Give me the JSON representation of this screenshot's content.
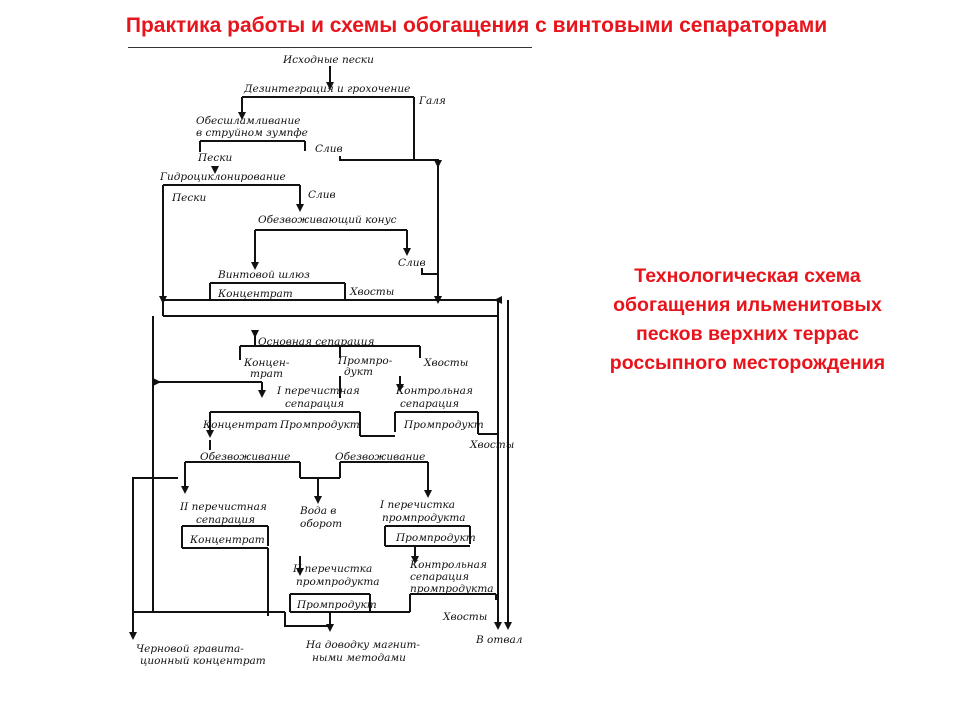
{
  "slide": {
    "title": "Практика работы и схемы обогащения с винтовыми сепараторами",
    "caption_lines": [
      "Технологическая схема",
      "обогащения ильменитовых",
      "песков верхних террас",
      "россыпного месторождения"
    ]
  },
  "flowsheet": {
    "labels": {
      "source": "Исходные пески",
      "disintegration": "Дезинтеграция и грохочение",
      "pebbles": "Галя",
      "desliming_1": "Обесшламливание",
      "desliming_2": "в струйном зумпфе",
      "sands_1": "Пески",
      "overflow_1": "Слив",
      "hydrocyclone": "Гидроциклонирование",
      "sands_2": "Пески",
      "overflow_2": "Слив",
      "dewatering_cone": "Обезвоживающий конус",
      "overflow_3": "Слив",
      "sluice": "Винтовой шлюз",
      "sluice_conc": "Концентрат",
      "sluice_tails": "Хвосты",
      "main_sep": "Основная сепарация",
      "main_conc_1": "Концен-",
      "main_conc_2": "трат",
      "main_mid_1": "Промпро-",
      "main_mid_2": "дукт",
      "main_tails": "Хвосты",
      "clean1_1": "I перечистная",
      "clean1_2": "сепарация",
      "scav_1": "Контрольная",
      "scav_2": "сепарация",
      "clean1_conc": "Концентрат",
      "clean1_mid": "Промпродукт",
      "scav_mid": "Промпродукт",
      "scav_tails": "Хвосты",
      "dewater_a": "Обезвоживание",
      "dewater_b": "Обезвоживание",
      "clean2_1": "II перечистная",
      "clean2_2": "сепарация",
      "water_1": "Вода в",
      "water_2": "оборот",
      "midclean1_1": "I перечистка",
      "midclean1_2": "промпродукта",
      "clean2_conc": "Концентрат",
      "midclean1_mid": "Промпродукт",
      "midclean2_1": "II перечистка",
      "midclean2_2": "промпродукта",
      "midscav_1": "Контрольная",
      "midscav_2": "сепарация",
      "midscav_3": "промпродукта",
      "midclean2_mid": "Промпродукт",
      "midscav_tails": "Хвосты",
      "rough_conc_1": "Черновой гравита-",
      "rough_conc_2": "ционный концентрат",
      "magnetic_1": "На доводку магнит-",
      "magnetic_2": "ными методами",
      "dump": "В отвал"
    }
  }
}
